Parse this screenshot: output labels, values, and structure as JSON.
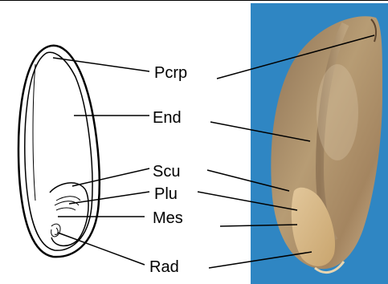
{
  "figure": {
    "labels": {
      "pcrp": "Pcrp",
      "end": "End",
      "scu": "Scu",
      "plu": "Plu",
      "mes": "Mes",
      "rad": "Rad"
    },
    "photo_panel": {
      "background_color": "#2f86c3",
      "grain_color": "#b79c74"
    },
    "drawing_panel": {
      "line_color": "#000000"
    }
  }
}
